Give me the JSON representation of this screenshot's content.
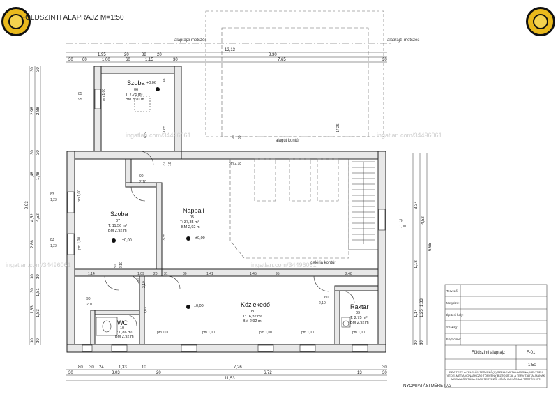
{
  "title": "FÖLDSZINTI ALAPRAJZ M=1:50",
  "watermarks": [
    "ingatlan.com/34496061",
    "ingatlan.com/34496061",
    "ingatlan.com/34496061",
    "ingatlan.com/34496061"
  ],
  "section_labels": [
    "alaprajzi metszés",
    "alaprajzi metszés"
  ],
  "contours": [
    "alagút kontúr",
    "galéria kontúr"
  ],
  "rooms": {
    "szoba06": {
      "name": "Szoba",
      "num": "06",
      "area": "T: 7,75 m²",
      "height": "BM 3,90 m",
      "level": "+0,06"
    },
    "szoba07": {
      "name": "Szoba",
      "num": "07",
      "area": "T: 11,56 m²",
      "height": "BM 2,92 m",
      "level": "±0,00"
    },
    "nappali": {
      "name": "Nappali",
      "num": "05",
      "area": "T: 37,35 m²",
      "height": "BM 2,92 m",
      "level": "±0,00"
    },
    "kozlekedo": {
      "name": "Közlekedő",
      "num": "08",
      "area": "T: 16,32 m²",
      "height": "BM 2,92 m",
      "level": "±0,00"
    },
    "raktar": {
      "name": "Raktár",
      "num": "09",
      "area": "T: 2,75 m²",
      "height": "BM 2,92 m"
    },
    "wc": {
      "name": "WC",
      "num": "10",
      "area": "T: 0,86 m²",
      "height": "BM 2,92 m"
    }
  },
  "dims_top": {
    "row1": [
      "12,13"
    ],
    "row2": [
      "1,95",
      "20",
      "88",
      "20",
      "8,30"
    ],
    "row3": [
      "30",
      "60",
      "1,00",
      "60",
      "1,15",
      "30",
      "7,65",
      "30"
    ]
  },
  "dims_bottom": {
    "row1": [
      "80",
      "30",
      "24",
      "1,33",
      "10",
      "7,26",
      "30"
    ],
    "row2": [
      "30",
      "3,03",
      "20",
      "6,72",
      "13",
      "30"
    ],
    "row3": [
      "11,53"
    ]
  },
  "dims_left": {
    "outer": [
      "9,93"
    ],
    "mid": [
      "30",
      "2,98",
      "30",
      "1,48",
      "4,52",
      "30",
      "2,86",
      "30",
      "1,83",
      "30"
    ],
    "inner": [
      "30",
      "2,88",
      "30",
      "1,48",
      "4,52",
      "30",
      "1,81",
      "1,83",
      "30"
    ]
  },
  "dims_right": {
    "outer": [
      "6,65"
    ],
    "mid": [
      "3,34",
      "4,52",
      "1,18",
      "30"
    ],
    "inner": [
      "1,14",
      "1,25",
      "1,83",
      "30"
    ]
  },
  "interior_labels": [
    "pm 1,00",
    "pm 1,00",
    "pm 1,00",
    "pm 1,00",
    "pm 1,00",
    "pm 1,00",
    "pm 1,00",
    "pm 1,00",
    "pm 2,18",
    "85",
    "95",
    "83",
    "1,23",
    "83",
    "1,23",
    "70",
    "1,00",
    "90",
    "2,10",
    "90",
    "2,10",
    "90",
    "2,10",
    "60",
    "2,10",
    "80",
    "2,10",
    "1,14",
    "1,09",
    "20",
    "31",
    "80",
    "1,41",
    "1,45",
    "95",
    "2,48",
    "17,25",
    "90",
    "60",
    "3,35",
    "1,63",
    "0,65",
    "1,65",
    "48",
    "27",
    "10"
  ],
  "title_block": {
    "fields": [
      "Tervező:",
      "Megbízó:",
      "Építési hely:",
      "Szakág:",
      "Rajz címe:"
    ],
    "drawing_name": "Földszinti alaprajz",
    "sheet": "F-01",
    "scale": "1:50",
    "note": "EZ A TERV A FELELŐS TERVEZŐ(K) SZELLEMI TULAJDONA, MELYNEK VÉDELMÉT A VONATKOZÓ TÖRVÉNY BIZTOSÍTJA. A TERV TARTALMÁNAK MEGVALÓSÍTÁSA CSAK TERVEZŐI JÓVÁHAGYÁSSAL TÖRTÉNHET.",
    "print_size": "NYOMTATÁSI MÉRET A3"
  }
}
